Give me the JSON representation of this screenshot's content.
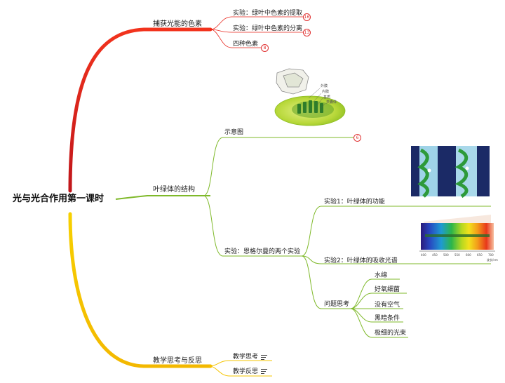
{
  "root": "光与光合作用第一课时",
  "branches": {
    "capture": {
      "label": "捕获光能的色素",
      "children": [
        {
          "label": "实验：绿叶中色素的提取",
          "badge": "16"
        },
        {
          "label": "实验：绿叶中色素的分离",
          "badge": "13"
        },
        {
          "label": "四种色素",
          "badge": "8"
        }
      ]
    },
    "structure": {
      "label": "叶绿体的结构",
      "schematic": {
        "label": "示意图",
        "badge": "6"
      },
      "engelmann": {
        "label": "实验：恩格尔曼的两个实验",
        "exp1": "实验1：叶绿体的功能",
        "exp2": "实验2：叶绿体的吸收光谱",
        "questions": {
          "label": "问题思考",
          "items": [
            "水绵",
            "好氧细菌",
            "没有空气",
            "黑暗条件",
            "极细的光束"
          ]
        }
      }
    },
    "reflection": {
      "label": "教学思考与反思",
      "items": [
        "教学思考",
        "教学反思"
      ]
    }
  },
  "figures": {
    "chloroplast_labels": [
      "外膜",
      "内膜",
      "基质",
      "类囊体"
    ],
    "spectrum_ticks": [
      "400",
      "450",
      "500",
      "550",
      "600",
      "650",
      "700"
    ],
    "spectrum_unit": "波长/nm"
  },
  "colors": {
    "red_branch": "#e8231a",
    "green_branch": "#7fb92a",
    "yellow_branch": "#f5c400"
  }
}
